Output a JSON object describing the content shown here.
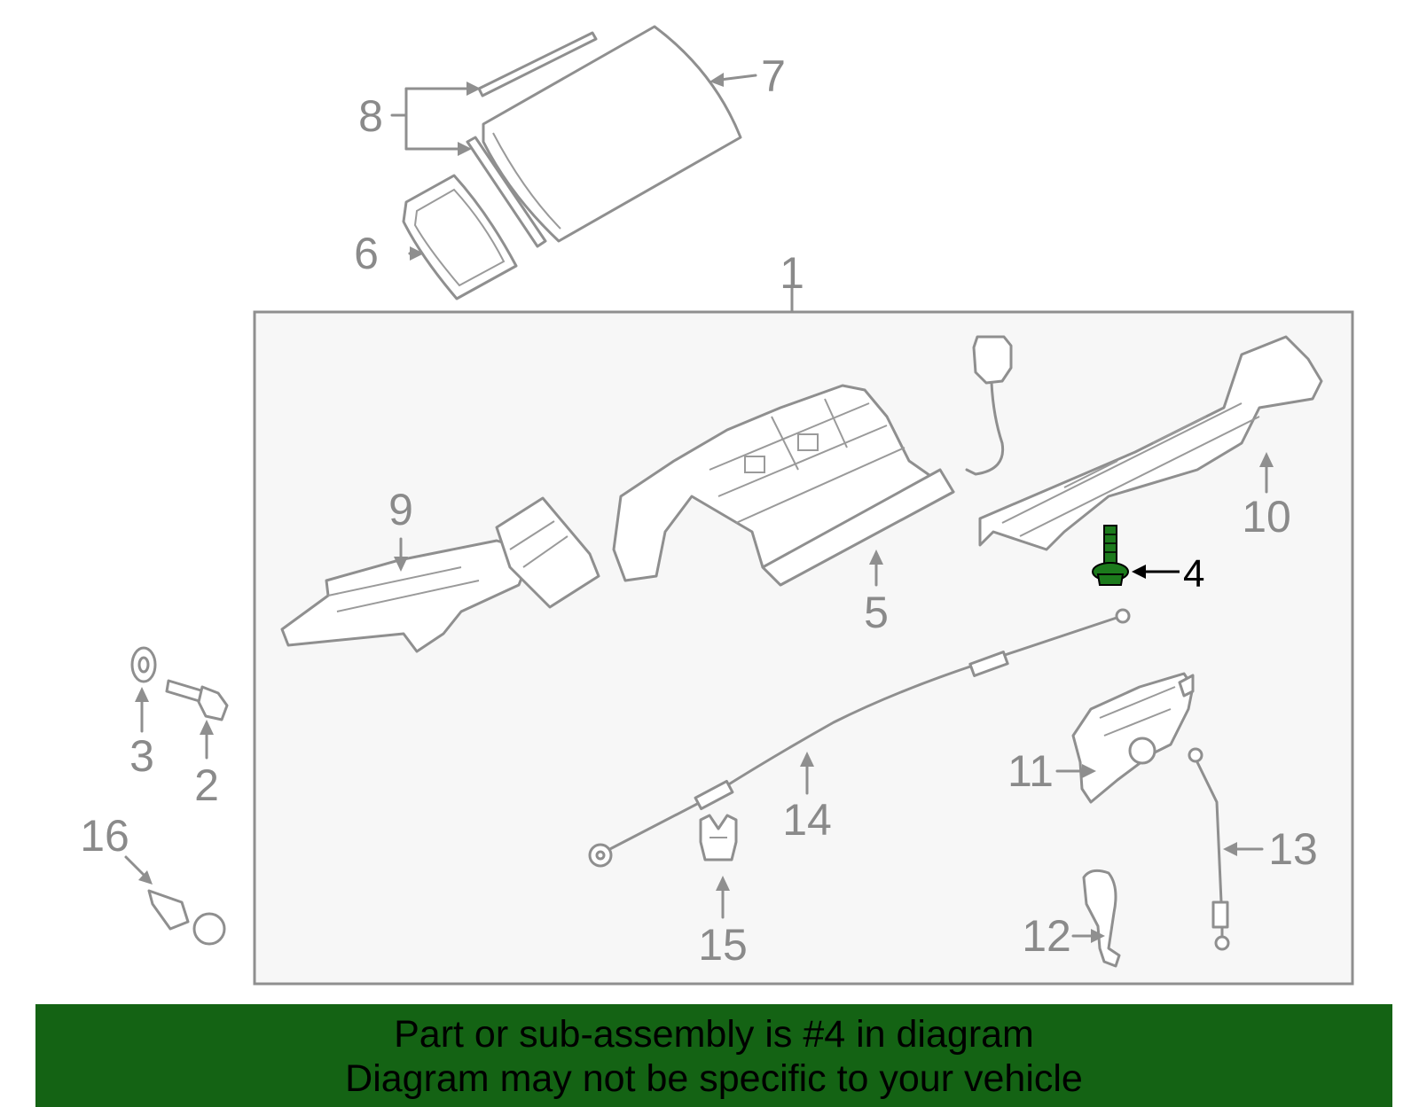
{
  "labels": {
    "p1": "1",
    "p2": "2",
    "p3": "3",
    "p4": "4",
    "p5": "5",
    "p6": "6",
    "p7": "7",
    "p8": "8",
    "p9": "9",
    "p10": "10",
    "p11": "11",
    "p12": "12",
    "p13": "13",
    "p14": "14",
    "p15": "15",
    "p16": "16"
  },
  "highlight_part": "4",
  "colors": {
    "highlight": "#1c7a1c",
    "banner": "#146314",
    "box_fill": "#f7f7f7",
    "line": "#8f8f8f"
  },
  "banner": {
    "line1": "Part or sub-assembly is #4 in diagram",
    "line2": "Diagram may not be specific to your vehicle"
  }
}
